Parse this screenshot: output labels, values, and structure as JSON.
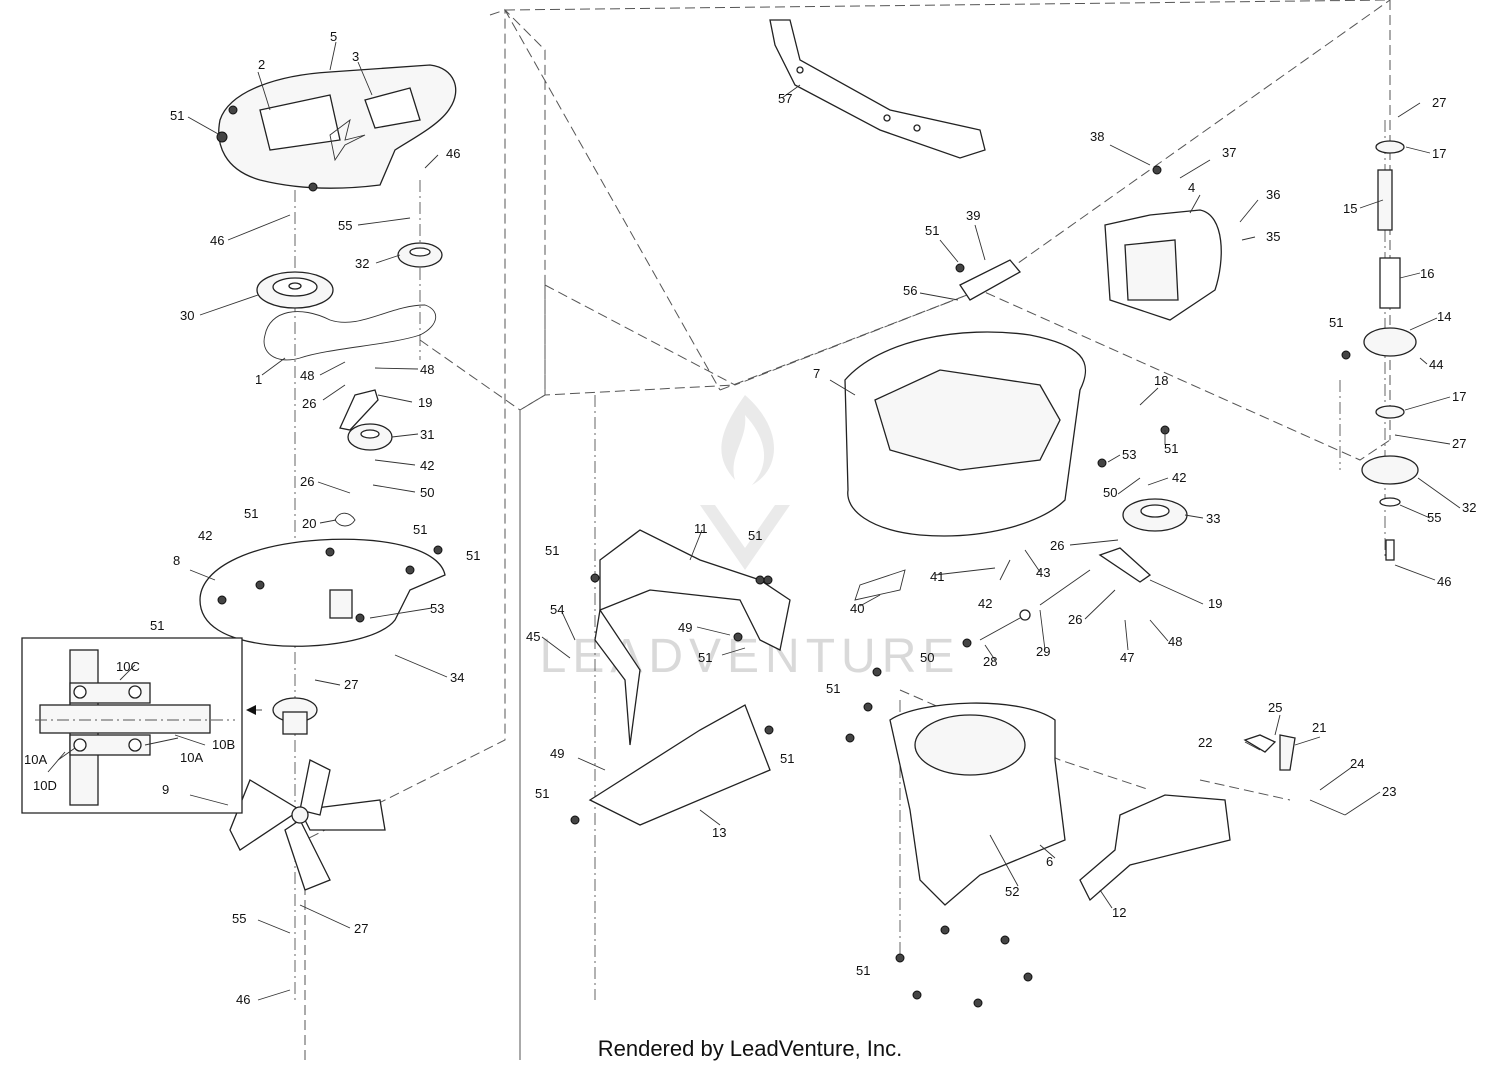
{
  "footer": {
    "text": "Rendered by LeadVenture, Inc."
  },
  "watermark": {
    "text": "LEADVENTURE"
  },
  "callouts": [
    {
      "id": "c1",
      "text": "1"
    },
    {
      "id": "c2",
      "text": "2"
    },
    {
      "id": "c3",
      "text": "3"
    },
    {
      "id": "c4",
      "text": "4"
    },
    {
      "id": "c5",
      "text": "5"
    },
    {
      "id": "c6",
      "text": "6"
    },
    {
      "id": "c7",
      "text": "7"
    },
    {
      "id": "c8",
      "text": "8"
    },
    {
      "id": "c9",
      "text": "9"
    },
    {
      "id": "c11",
      "text": "11"
    },
    {
      "id": "c12",
      "text": "12"
    },
    {
      "id": "c13",
      "text": "13"
    },
    {
      "id": "c14",
      "text": "14"
    },
    {
      "id": "c15",
      "text": "15"
    },
    {
      "id": "c16",
      "text": "16"
    },
    {
      "id": "c17a",
      "text": "17"
    },
    {
      "id": "c17b",
      "text": "17"
    },
    {
      "id": "c18",
      "text": "18"
    },
    {
      "id": "c19a",
      "text": "19"
    },
    {
      "id": "c19b",
      "text": "19"
    },
    {
      "id": "c20",
      "text": "20"
    },
    {
      "id": "c21",
      "text": "21"
    },
    {
      "id": "c22",
      "text": "22"
    },
    {
      "id": "c23",
      "text": "23"
    },
    {
      "id": "c24",
      "text": "24"
    },
    {
      "id": "c25",
      "text": "25"
    },
    {
      "id": "c26a",
      "text": "26"
    },
    {
      "id": "c26b",
      "text": "26"
    },
    {
      "id": "c26c",
      "text": "26"
    },
    {
      "id": "c26d",
      "text": "26"
    },
    {
      "id": "c27a",
      "text": "27"
    },
    {
      "id": "c27b",
      "text": "27"
    },
    {
      "id": "c27c",
      "text": "27"
    },
    {
      "id": "c27d",
      "text": "27"
    },
    {
      "id": "c28",
      "text": "28"
    },
    {
      "id": "c29",
      "text": "29"
    },
    {
      "id": "c30",
      "text": "30"
    },
    {
      "id": "c31",
      "text": "31"
    },
    {
      "id": "c32a",
      "text": "32"
    },
    {
      "id": "c32b",
      "text": "32"
    },
    {
      "id": "c33",
      "text": "33"
    },
    {
      "id": "c34",
      "text": "34"
    },
    {
      "id": "c35",
      "text": "35"
    },
    {
      "id": "c36",
      "text": "36"
    },
    {
      "id": "c37",
      "text": "37"
    },
    {
      "id": "c38",
      "text": "38"
    },
    {
      "id": "c39",
      "text": "39"
    },
    {
      "id": "c40",
      "text": "40"
    },
    {
      "id": "c41",
      "text": "41"
    },
    {
      "id": "c42a",
      "text": "42"
    },
    {
      "id": "c42b",
      "text": "42"
    },
    {
      "id": "c42c",
      "text": "42"
    },
    {
      "id": "c42d",
      "text": "42"
    },
    {
      "id": "c43",
      "text": "43"
    },
    {
      "id": "c44",
      "text": "44"
    },
    {
      "id": "c45",
      "text": "45"
    },
    {
      "id": "c46a",
      "text": "46"
    },
    {
      "id": "c46b",
      "text": "46"
    },
    {
      "id": "c46c",
      "text": "46"
    },
    {
      "id": "c46d",
      "text": "46"
    },
    {
      "id": "c47",
      "text": "47"
    },
    {
      "id": "c48a",
      "text": "48"
    },
    {
      "id": "c48b",
      "text": "48"
    },
    {
      "id": "c48c",
      "text": "48"
    },
    {
      "id": "c49a",
      "text": "49"
    },
    {
      "id": "c49b",
      "text": "49"
    },
    {
      "id": "c50a",
      "text": "50"
    },
    {
      "id": "c50b",
      "text": "50"
    },
    {
      "id": "c50c",
      "text": "50"
    },
    {
      "id": "c51a",
      "text": "51"
    },
    {
      "id": "c51b",
      "text": "51"
    },
    {
      "id": "c51c",
      "text": "51"
    },
    {
      "id": "c51d",
      "text": "51"
    },
    {
      "id": "c51e",
      "text": "51"
    },
    {
      "id": "c51f",
      "text": "51"
    },
    {
      "id": "c51g",
      "text": "51"
    },
    {
      "id": "c51h",
      "text": "51"
    },
    {
      "id": "c51i",
      "text": "51"
    },
    {
      "id": "c51j",
      "text": "51"
    },
    {
      "id": "c51k",
      "text": "51"
    },
    {
      "id": "c51l",
      "text": "51"
    },
    {
      "id": "c51m",
      "text": "51"
    },
    {
      "id": "c51n",
      "text": "51"
    },
    {
      "id": "c51o",
      "text": "51"
    },
    {
      "id": "c51p",
      "text": "51"
    },
    {
      "id": "c52",
      "text": "52"
    },
    {
      "id": "c53a",
      "text": "53"
    },
    {
      "id": "c53b",
      "text": "53"
    },
    {
      "id": "c54",
      "text": "54"
    },
    {
      "id": "c55a",
      "text": "55"
    },
    {
      "id": "c55b",
      "text": "55"
    },
    {
      "id": "c55c",
      "text": "55"
    },
    {
      "id": "c56",
      "text": "56"
    },
    {
      "id": "c57",
      "text": "57"
    },
    {
      "id": "c10a1",
      "text": "10A"
    },
    {
      "id": "c10a2",
      "text": "10A"
    },
    {
      "id": "c10b",
      "text": "10B"
    },
    {
      "id": "c10c",
      "text": "10C"
    },
    {
      "id": "c10d",
      "text": "10D"
    }
  ]
}
